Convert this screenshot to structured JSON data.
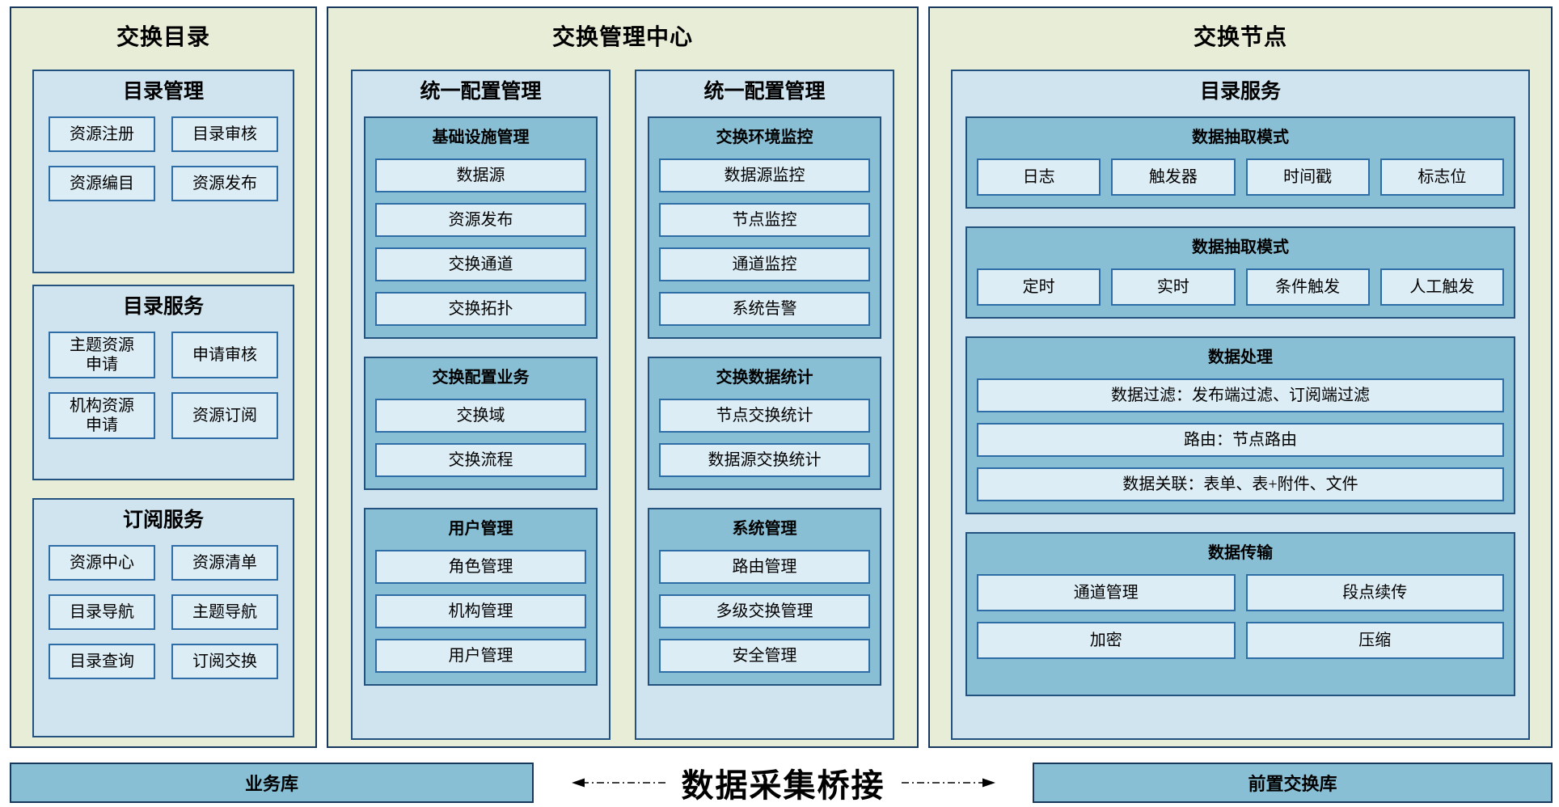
{
  "left_panel": {
    "title": "交换目录",
    "sections": [
      {
        "title": "目录管理",
        "items": [
          "资源注册",
          "目录审核",
          "资源编目",
          "资源发布"
        ]
      },
      {
        "title": "目录服务",
        "items": [
          "主题资源\n申请",
          "申请审核",
          "机构资源\n申请",
          "资源订阅"
        ]
      },
      {
        "title": "订阅服务",
        "items": [
          "资源中心",
          "资源清单",
          "目录导航",
          "主题导航",
          "目录查询",
          "订阅交换"
        ]
      }
    ]
  },
  "middle_panel": {
    "title": "交换管理中心",
    "columns": [
      {
        "title": "统一配置管理",
        "groups": [
          {
            "title": "基础设施管理",
            "items": [
              "数据源",
              "资源发布",
              "交换通道",
              "交换拓扑"
            ]
          },
          {
            "title": "交换配置业务",
            "items": [
              "交换域",
              "交换流程"
            ]
          },
          {
            "title": "用户管理",
            "items": [
              "角色管理",
              "机构管理",
              "用户管理"
            ]
          }
        ]
      },
      {
        "title": "统一配置管理",
        "groups": [
          {
            "title": "交换环境监控",
            "items": [
              "数据源监控",
              "节点监控",
              "通道监控",
              "系统告警"
            ]
          },
          {
            "title": "交换数据统计",
            "items": [
              "节点交换统计",
              "数据源交换统计"
            ]
          },
          {
            "title": "系统管理",
            "items": [
              "路由管理",
              "多级交换管理",
              "安全管理"
            ]
          }
        ]
      }
    ]
  },
  "right_panel": {
    "title": "交换节点",
    "container_title": "目录服务",
    "groups": [
      {
        "title": "数据抽取模式",
        "items": [
          "日志",
          "触发器",
          "时间戳",
          "标志位"
        ]
      },
      {
        "title": "数据抽取模式",
        "items": [
          "定时",
          "实时",
          "条件触发",
          "人工触发"
        ]
      },
      {
        "title": "数据处理",
        "items": [
          "数据过滤：发布端过滤、订阅端过滤",
          "路由：节点路由",
          "数据关联：表单、表+附件、文件"
        ]
      },
      {
        "title": "数据传输",
        "items": [
          "通道管理",
          "段点续传",
          "加密",
          "压缩"
        ]
      }
    ]
  },
  "bottom": {
    "business_db": "业务库",
    "bridge_label": "数据采集桥接",
    "front_db": "前置交换库"
  },
  "colors": {
    "panel_bg": "#e8edd7",
    "panel_border": "#17375d",
    "container_bg": "#cfe4ef",
    "container_border": "#24527e",
    "group_bg": "#89bfd5",
    "item_bg": "#dcedf5",
    "item_border": "#2f6da6"
  }
}
